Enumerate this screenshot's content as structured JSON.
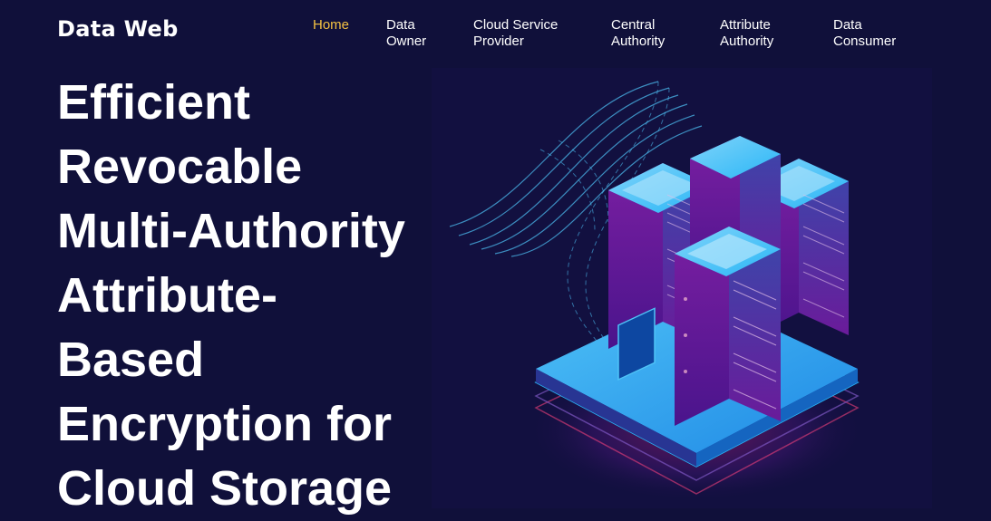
{
  "brand": {
    "name": "Data Web"
  },
  "nav": {
    "items": [
      {
        "label_line1": "Home",
        "label_line2": "",
        "active": true
      },
      {
        "label_line1": "Data",
        "label_line2": "Owner",
        "active": false
      },
      {
        "label_line1": "Cloud Service",
        "label_line2": "Provider",
        "active": false
      },
      {
        "label_line1": "Central",
        "label_line2": "Authority",
        "active": false
      },
      {
        "label_line1": "Attribute",
        "label_line2": "Authority",
        "active": false
      },
      {
        "label_line1": "Data",
        "label_line2": "Consumer",
        "active": false
      }
    ]
  },
  "hero": {
    "title_lines": [
      "Efficient",
      "Revocable",
      "Multi-Authority",
      "Attribute-",
      "Based",
      "Encryption for",
      "Cloud Storage"
    ]
  },
  "illustration": {
    "icon": "isometric-server-rack-illustration"
  },
  "colors": {
    "background": "#10103a",
    "active_nav": "#f5c242",
    "accent_cyan": "#4fc3f7",
    "accent_purple": "#8e24aa",
    "accent_magenta": "#d81b60"
  }
}
